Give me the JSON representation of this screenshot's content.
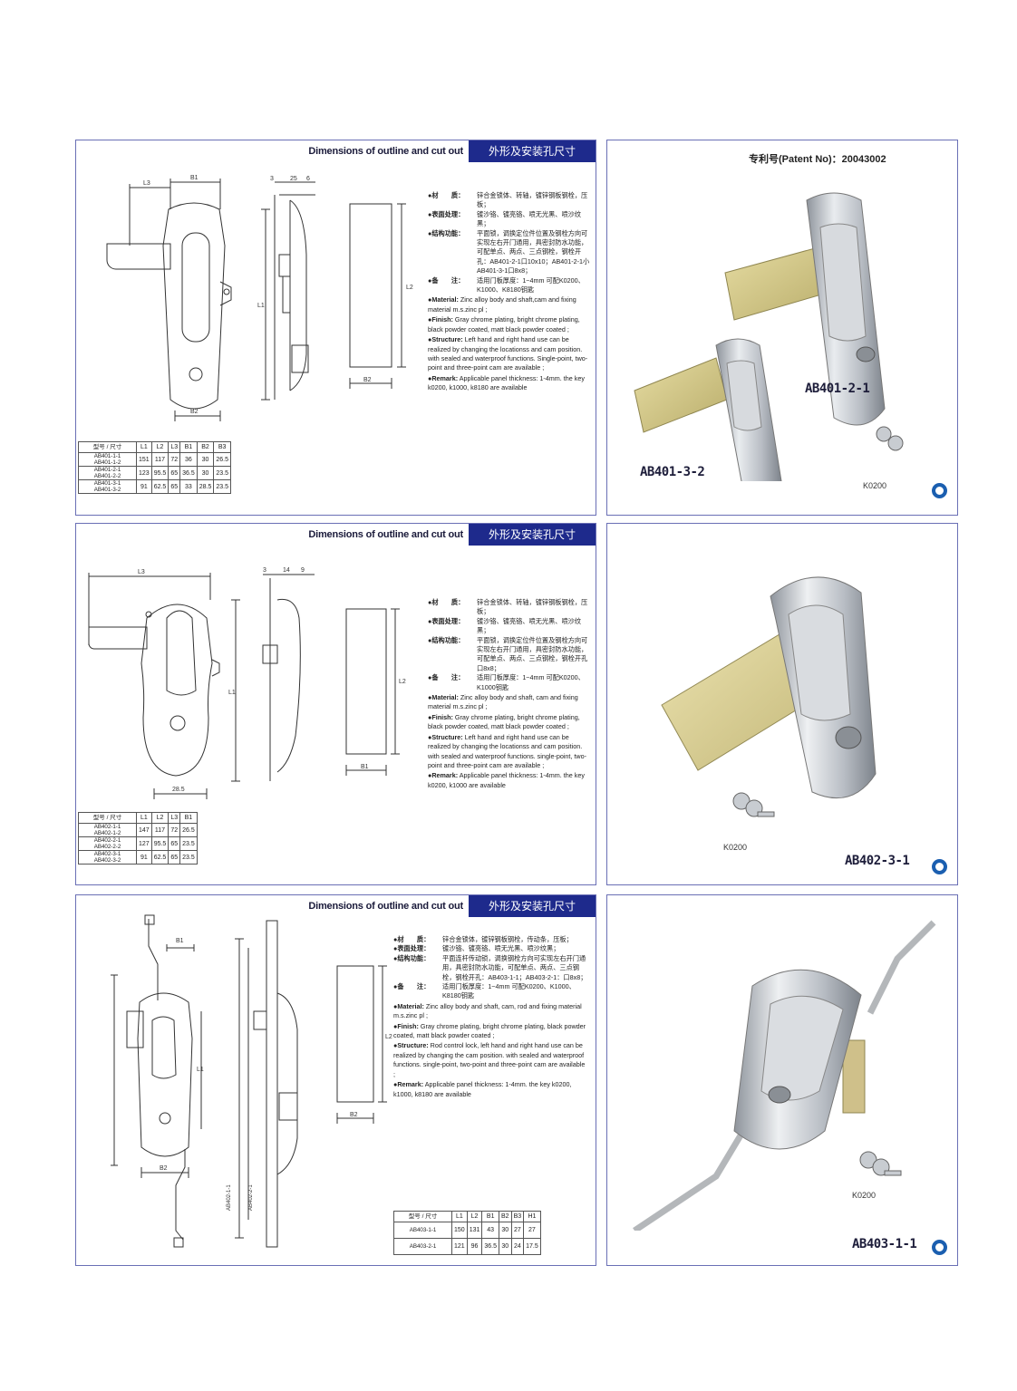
{
  "header": {
    "en": "Dimensions of outline and cut out",
    "cn": "外形及安装孔尺寸"
  },
  "patent": "专利号(Patent No)：20043002",
  "sections": [
    {
      "specs_cn": [
        {
          "k": "●材　　质：",
          "v": "锌合金锁体、转轴，镀锌钢板钢栓，压板；"
        },
        {
          "k": "●表面处理：",
          "v": "镀沙铬、镀亮铬、喷无光黑、喷沙纹黑；"
        },
        {
          "k": "●结构功能：",
          "v": "平面锁，调换定位件位置及钢栓方向可实现左右开门通用，具密封防水功能，可配单点、两点、三点钢栓，钢栓开孔：AB401-2-1口10x10；AB401-2-1小AB401-3-1口8x8；"
        },
        {
          "k": "●备　　注：",
          "v": "适用门板厚度：1~4mm 可配K0200、K1000、K8180钥匙"
        }
      ],
      "specs_en": [
        {
          "k": "●Material:",
          "v": " Zinc alloy body and shaft,cam and fixing material m.s.zinc pl ;"
        },
        {
          "k": "●Finish:",
          "v": " Gray chrome plating, bright chrome plating, black powder coated, matt black powder coated ;"
        },
        {
          "k": "●Structure:",
          "v": " Left hand and right hand use can be realized by changing the locationss and cam position. with sealed and waterproof functions. Single-point, two-point and three-point cam are available ;"
        },
        {
          "k": "●Remark:",
          "v": " Applicable panel thickness: 1-4mm. the key k0200, k1000, k8180 are available"
        }
      ],
      "table": {
        "corner_top": "尺寸",
        "corner_bottom": "型号",
        "cols": [
          "L1",
          "L2",
          "L3",
          "B1",
          "B2",
          "B3"
        ],
        "rows": [
          {
            "models": [
              "AB401-1-1",
              "AB401-1-2"
            ],
            "vals": [
              "151",
              "117",
              "72",
              "36",
              "30",
              "26.5"
            ]
          },
          {
            "models": [
              "AB401-2-1",
              "AB401-2-2"
            ],
            "vals": [
              "123",
              "95.5",
              "65",
              "36.5",
              "30",
              "23.5"
            ]
          },
          {
            "models": [
              "AB401-3-1",
              "AB401-3-2"
            ],
            "vals": [
              "91",
              "62.5",
              "65",
              "33",
              "28.5",
              "23.5"
            ]
          }
        ]
      },
      "dim_labels": {
        "a": "L3",
        "b": "B1",
        "c": "3",
        "d": "25",
        "e": "6",
        "f": "L1",
        "g": "L2",
        "h": "B2",
        "i": "B2"
      },
      "photo": {
        "models": [
          "AB401-2-1",
          "AB401-3-2"
        ],
        "key": "K0200"
      }
    },
    {
      "specs_cn": [
        {
          "k": "●材　　质：",
          "v": "锌合金锁体、转轴，镀锌钢板钢栓，压板；"
        },
        {
          "k": "●表面处理：",
          "v": "镀沙铬、镀亮铬、喷无光黑、喷沙纹黑；"
        },
        {
          "k": "●结构功能：",
          "v": "平面锁，调换定位件位置及钢栓方向可实现左右开门通用，具密封防水功能，可配单点、两点、三点钢栓，钢栓开孔口8x8；"
        },
        {
          "k": "●备　　注：",
          "v": "适用门板厚度：1~4mm 可配K0200、K1000钥匙"
        }
      ],
      "specs_en": [
        {
          "k": "●Material:",
          "v": " Zinc alloy body and shaft, cam and fixing material m.s.zinc pl ;"
        },
        {
          "k": "●Finish:",
          "v": " Gray chrome plating, bright chrome plating, black powder coated, matt black powder coated ;"
        },
        {
          "k": "●Structure:",
          "v": " Left hand and right hand use can be realized by changing the locationss and cam position. with sealed and waterproof functions. single-point, two-point and three-point cam are available ;"
        },
        {
          "k": "●Remark:",
          "v": " Applicable panel thickness: 1-4mm. the key k0200, k1000 are available"
        }
      ],
      "table": {
        "corner_top": "尺寸",
        "corner_bottom": "型号",
        "cols": [
          "L1",
          "L2",
          "L3",
          "B1"
        ],
        "rows": [
          {
            "models": [
              "AB402-1-1",
              "AB402-1-2"
            ],
            "vals": [
              "147",
              "117",
              "72",
              "26.5"
            ]
          },
          {
            "models": [
              "AB402-2-1",
              "AB402-2-2"
            ],
            "vals": [
              "127",
              "95.5",
              "65",
              "23.5"
            ]
          },
          {
            "models": [
              "AB402-3-1",
              "AB402-3-2"
            ],
            "vals": [
              "91",
              "62.5",
              "65",
              "23.5"
            ]
          }
        ]
      },
      "dim_labels": {
        "a": "L3",
        "b": "3",
        "c": "14",
        "d": "9",
        "e": "L1",
        "f": "L2",
        "g": "28.5",
        "h": "B1"
      },
      "photo": {
        "models": [
          "AB402-3-1"
        ],
        "key": "K0200"
      }
    },
    {
      "specs_cn": [
        {
          "k": "●材　　质：",
          "v": "锌合金锁体，镀锌钢板钢栓，传动条，压板；"
        },
        {
          "k": "●表面处理：",
          "v": "镀沙铬、镀亮铬、喷无光黑、喷沙纹黑；"
        },
        {
          "k": "●结构功能：",
          "v": "平面连杆传动锁，调换钢栓方向可实现左右开门通用，具密封防水功能，可配单点、两点、三点钢栓，钢栓开孔：AB403-1-1；AB403-2-1：口8x8；"
        },
        {
          "k": "●备　　注：",
          "v": "适用门板厚度：1~4mm 可配K0200、K1000、K8180钥匙"
        }
      ],
      "specs_en": [
        {
          "k": "●Material:",
          "v": " Zinc alloy body and shaft, cam, rod and fixing material m.s.zinc pl ;"
        },
        {
          "k": "●Finish:",
          "v": " Gray chrome plating, bright chrome plating, black powder coated, matt black powder coated ;"
        },
        {
          "k": "●Structure:",
          "v": " Rod control lock, left hand and right hand use can be realized by changing the cam position. with sealed and waterproof functions. single-point, two-point and three-point cam are available ;"
        },
        {
          "k": "●Remark:",
          "v": " Applicable panel thickness: 1-4mm. the key k0200, k1000, k8180 are available"
        }
      ],
      "table": {
        "corner_top": "尺寸",
        "corner_bottom": "型号",
        "cols": [
          "L1",
          "L2",
          "B1",
          "B2",
          "B3",
          "H1"
        ],
        "rows": [
          {
            "models": [
              "AB403-1-1"
            ],
            "vals": [
              "150",
              "131",
              "43",
              "30",
              "27",
              "27"
            ]
          },
          {
            "models": [
              "AB403-2-1"
            ],
            "vals": [
              "121",
              "96",
              "36.5",
              "30",
              "24",
              "17.5"
            ]
          }
        ]
      },
      "dim_labels": {
        "a": "B1",
        "b": "L1",
        "c": "B2",
        "d": "L2",
        "e": "B2",
        "f": "AB402-1-1",
        "g": "AB402-2-1"
      },
      "photo": {
        "models": [
          "AB403-1-1"
        ],
        "key": "K0200"
      }
    }
  ]
}
